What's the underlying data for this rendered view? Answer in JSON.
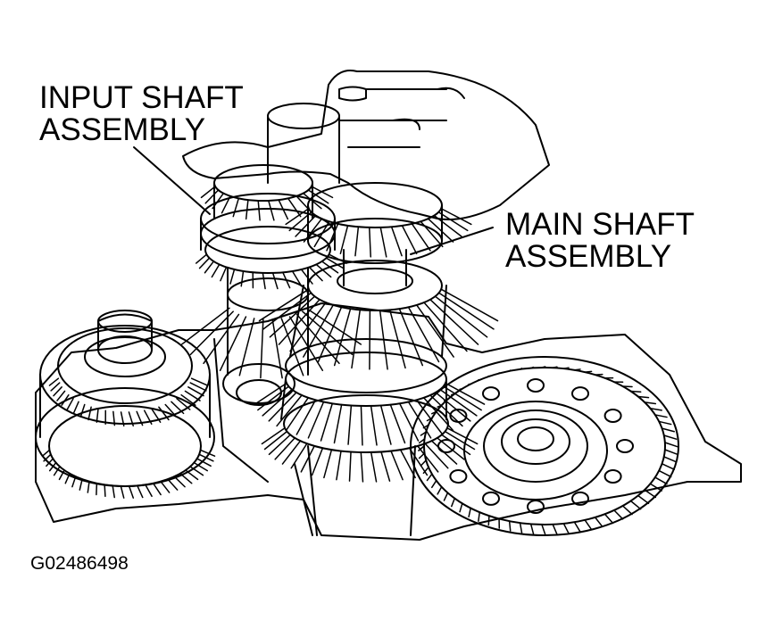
{
  "callouts": {
    "input_shaft": {
      "line1": "INPUT SHAFT",
      "line2": "ASSEMBLY"
    },
    "main_shaft": {
      "line1": "MAIN SHAFT",
      "line2": "ASSEMBLY"
    }
  },
  "figure_id": "G02486498",
  "colors": {
    "ink": "#000000",
    "paper": "#ffffff"
  },
  "parts": [
    "input-shaft-assembly",
    "main-shaft-assembly",
    "transmission-case",
    "differential-ring-gear",
    "counter-gear",
    "hand"
  ]
}
